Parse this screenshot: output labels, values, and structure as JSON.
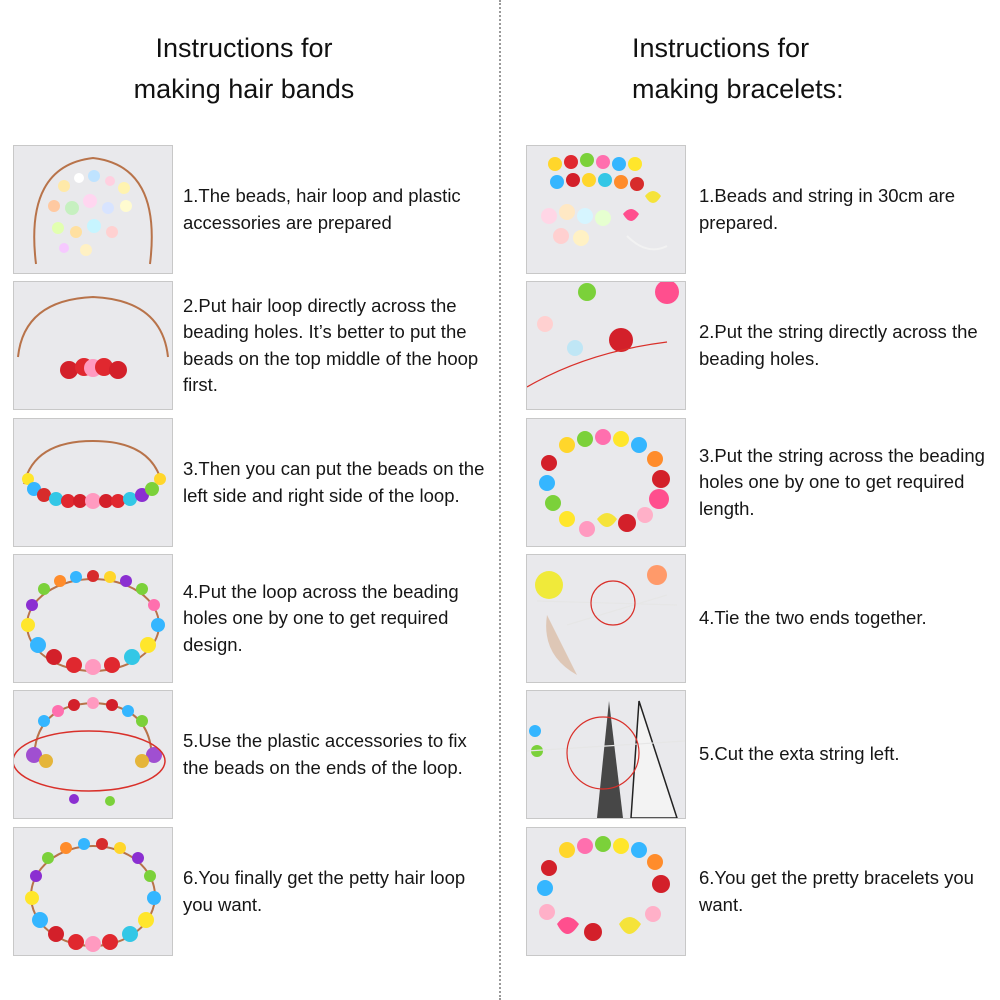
{
  "hair_bands": {
    "title_line1": "Instructions for",
    "title_line2": "making hair bands",
    "steps": [
      {
        "text": "1.The beads, hair loop and plastic accessories are prepared"
      },
      {
        "text": "2.Put hair loop directly across the beading holes. It’s better to put the beads on the top middle of the hoop first."
      },
      {
        "text": "3.Then you can put the beads on the left side and right side of the loop."
      },
      {
        "text": "4.Put the loop across the beading holes one by one to get required design."
      },
      {
        "text": "5.Use the plastic accessories to fix the beads on the ends of the loop."
      },
      {
        "text": "6.You finally get the petty hair loop you want."
      }
    ]
  },
  "bracelets": {
    "title_line1": "Instructions for",
    "title_line2": "making bracelets:",
    "steps": [
      {
        "text": "1.Beads and string in 30cm are prepared."
      },
      {
        "text": "2.Put the string directly across the beading holes."
      },
      {
        "text": "3.Put the string across the beading holes one by one to get required length."
      },
      {
        "text": "4.Tie the two ends together."
      },
      {
        "text": "5.Cut the exta string left."
      },
      {
        "text": "6.You get the pretty bracelets you want."
      }
    ]
  },
  "colors": {
    "divider": "#9a9a9a",
    "photo_background": "#e9e9ec",
    "highlight_circle": "#d9302a"
  }
}
